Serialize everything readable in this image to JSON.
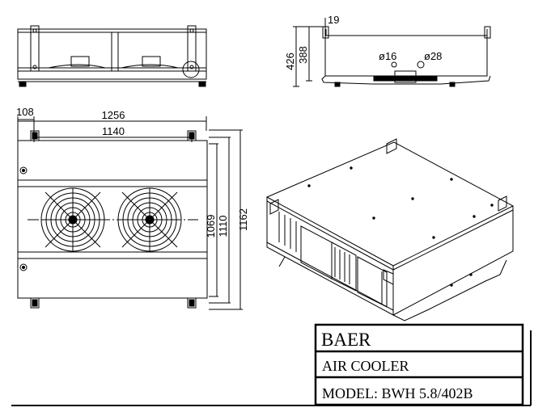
{
  "front_view": {
    "dims": {
      "height_overall": "426",
      "height_body": "388",
      "top_offset": "19",
      "pipe_small": "ø16",
      "pipe_large": "ø28"
    }
  },
  "plan_view": {
    "dims": {
      "hole_offset": "108",
      "overall_length": "1256",
      "hole_spacing": "1140",
      "width_1": "1069",
      "width_2": "1110",
      "width_3": "1162"
    }
  },
  "title_block": {
    "brand": "BAER",
    "product": "AIR COOLER",
    "model": "MODEL: BWH 5.8/402B"
  }
}
